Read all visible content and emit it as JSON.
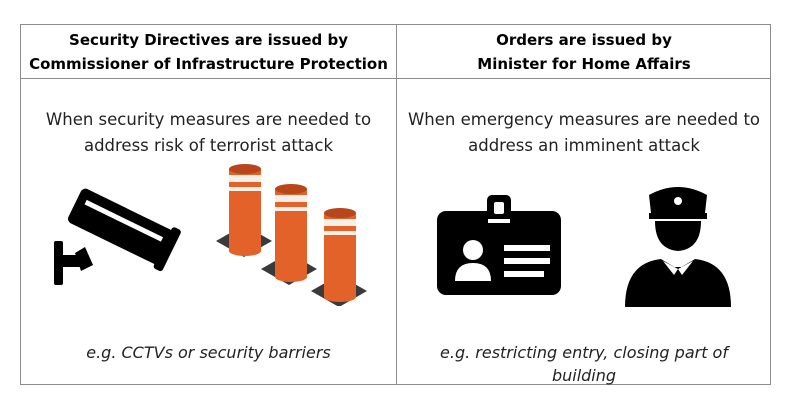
{
  "columns": [
    {
      "header_line1": "Security Directives are issued by",
      "header_line2": "Commissioner of Infrastructure Protection",
      "desc_line1": "When security measures are needed to",
      "desc_line2": "address risk of terrorist attack",
      "example_line1": "e.g. CCTVs or security barriers",
      "example_line2": "",
      "icons": [
        "cctv-camera-icon",
        "security-bollards-icon"
      ]
    },
    {
      "header_line1": "Orders are issued by",
      "header_line2": "Minister for Home Affairs",
      "desc_line1": "When emergency measures are needed to",
      "desc_line2": "address an imminent attack",
      "example_line1": "e.g. restricting entry, closing part of",
      "example_line2": "building",
      "icons": [
        "id-badge-icon",
        "police-officer-icon"
      ]
    }
  ],
  "colors": {
    "border": "#8c8c8c",
    "icon": "#000000",
    "bollard_orange": "#e3622a",
    "bollard_stripe": "#f4efe8",
    "bollard_base": "#3a3a3a"
  }
}
